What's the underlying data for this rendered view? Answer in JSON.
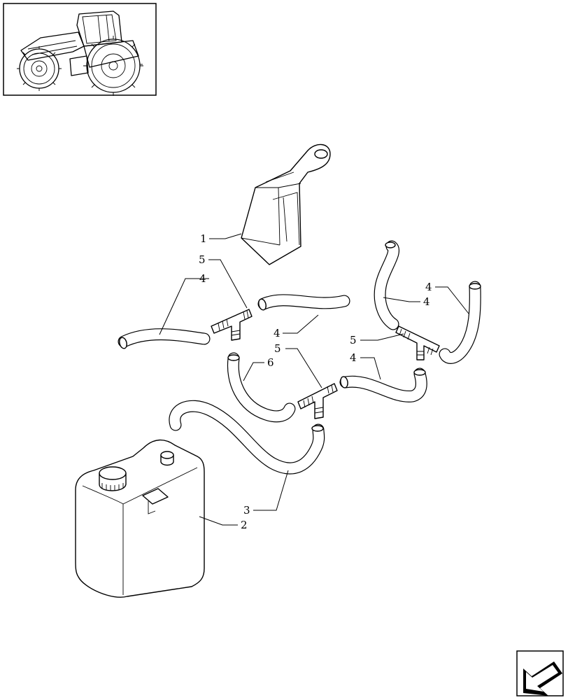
{
  "thumbnail": {
    "icon": "tractor-icon"
  },
  "nav": {
    "icon": "arrow-back-icon"
  },
  "callouts": {
    "c1": "1",
    "c2": "2",
    "c3": "3",
    "c4a": "4",
    "c4b": "4",
    "c4c": "4",
    "c4d": "4",
    "c4e": "4",
    "c5a": "5",
    "c5b": "5",
    "c5c": "5",
    "c6": "6"
  }
}
